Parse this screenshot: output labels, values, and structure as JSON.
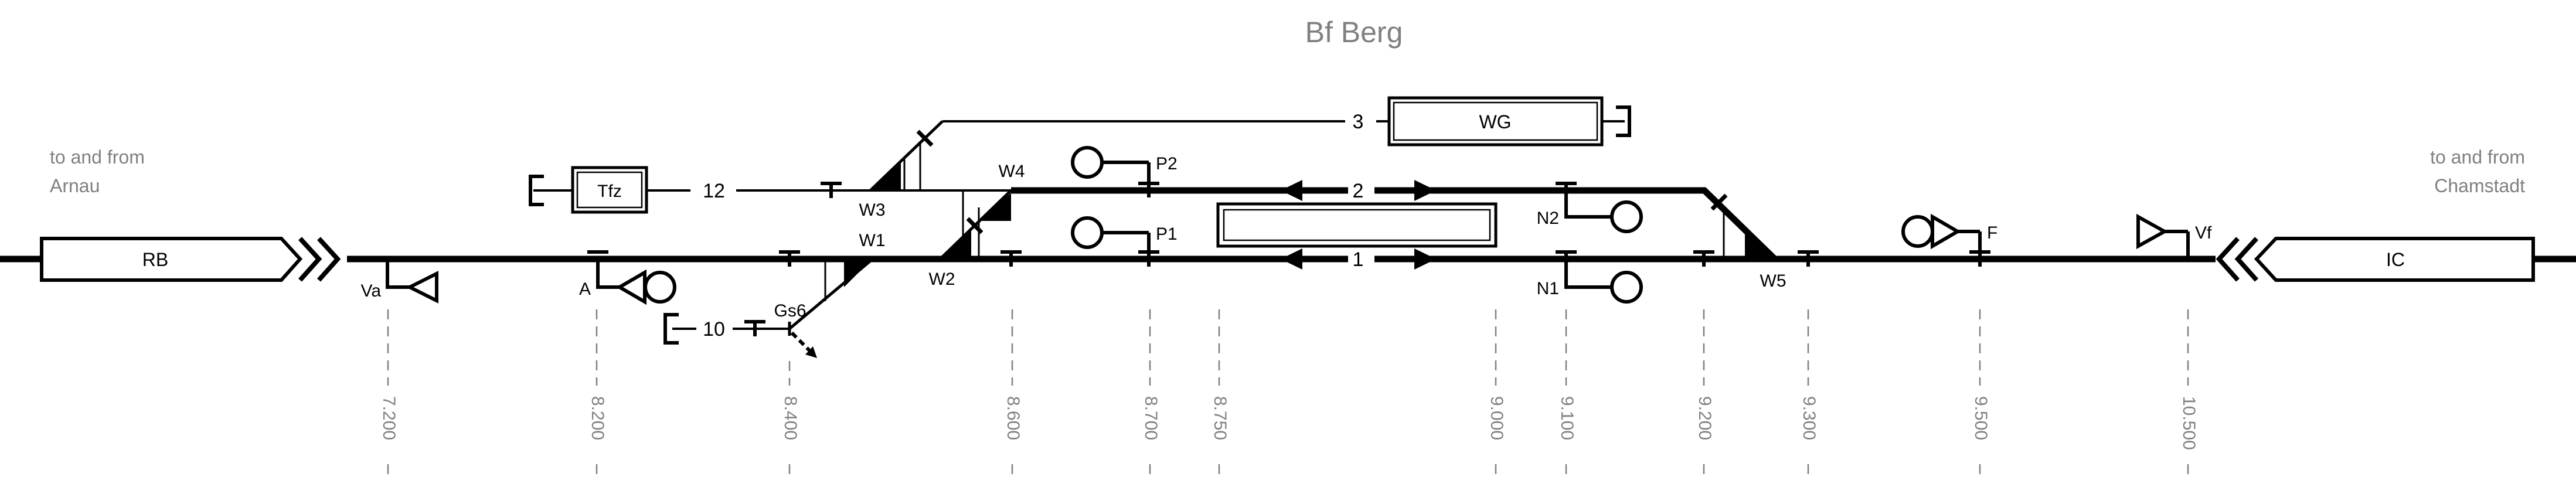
{
  "title": "Bf Berg",
  "colors": {
    "ink": "#000000",
    "muted": "#808080"
  },
  "approaches": {
    "left": {
      "line1": "to and from",
      "line2": "Arnau"
    },
    "right": {
      "line1": "to and from",
      "line2": "Chamstadt"
    }
  },
  "trains": {
    "left": "RB",
    "right": "IC"
  },
  "facilities": {
    "depot": "Tfz",
    "goods_shed": "WG"
  },
  "track_labels": {
    "t1": "1",
    "t2": "2",
    "t3": "3",
    "t10": "10",
    "t12": "12"
  },
  "switches": {
    "w1": "W1",
    "w2": "W2",
    "w3": "W3",
    "w4": "W4",
    "w5": "W5"
  },
  "derailer": {
    "label": "Gs6"
  },
  "signals": {
    "va": "Va",
    "a": "A",
    "p1": "P1",
    "p2": "P2",
    "n1": "N1",
    "n2": "N2",
    "f": "F",
    "vf": "Vf"
  },
  "km_labels": [
    "7.200",
    "8.200",
    "8.400",
    "8.600",
    "8.700",
    "8.750",
    "9.000",
    "9.100",
    "9.200",
    "9.300",
    "9.500",
    "10.500"
  ]
}
